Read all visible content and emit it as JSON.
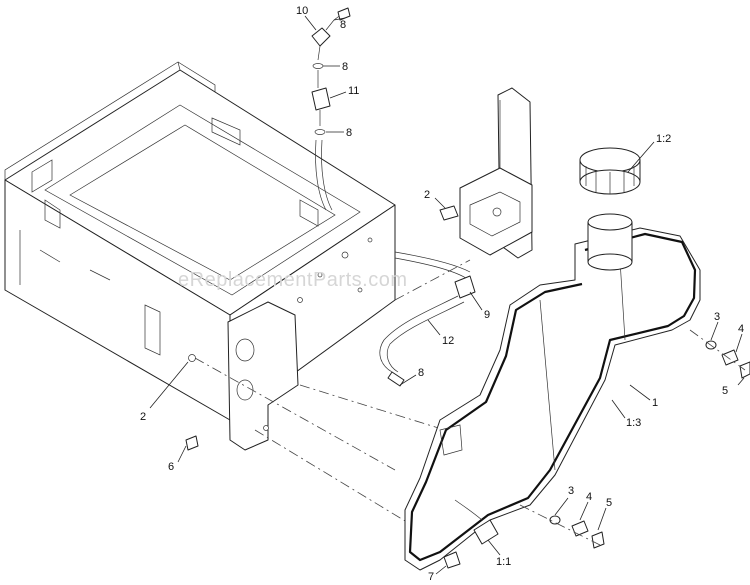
{
  "watermark": "eReplacementParts.com",
  "callouts": [
    {
      "id": "c10",
      "label": "10"
    },
    {
      "id": "c8a",
      "label": "8"
    },
    {
      "id": "c8b",
      "label": "8"
    },
    {
      "id": "c11",
      "label": "11"
    },
    {
      "id": "c8c",
      "label": "8"
    },
    {
      "id": "c1_2",
      "label": "1:2"
    },
    {
      "id": "c2a",
      "label": "2"
    },
    {
      "id": "c9",
      "label": "9"
    },
    {
      "id": "c12",
      "label": "12"
    },
    {
      "id": "c8d",
      "label": "8"
    },
    {
      "id": "c2b",
      "label": "2"
    },
    {
      "id": "c6",
      "label": "6"
    },
    {
      "id": "c3a",
      "label": "3"
    },
    {
      "id": "c4a",
      "label": "4"
    },
    {
      "id": "c5a",
      "label": "5"
    },
    {
      "id": "c1",
      "label": "1"
    },
    {
      "id": "c1_3",
      "label": "1:3"
    },
    {
      "id": "c3b",
      "label": "3"
    },
    {
      "id": "c4b",
      "label": "4"
    },
    {
      "id": "c5b",
      "label": "5"
    },
    {
      "id": "c1_1",
      "label": "1:1"
    },
    {
      "id": "c7",
      "label": "7"
    }
  ]
}
